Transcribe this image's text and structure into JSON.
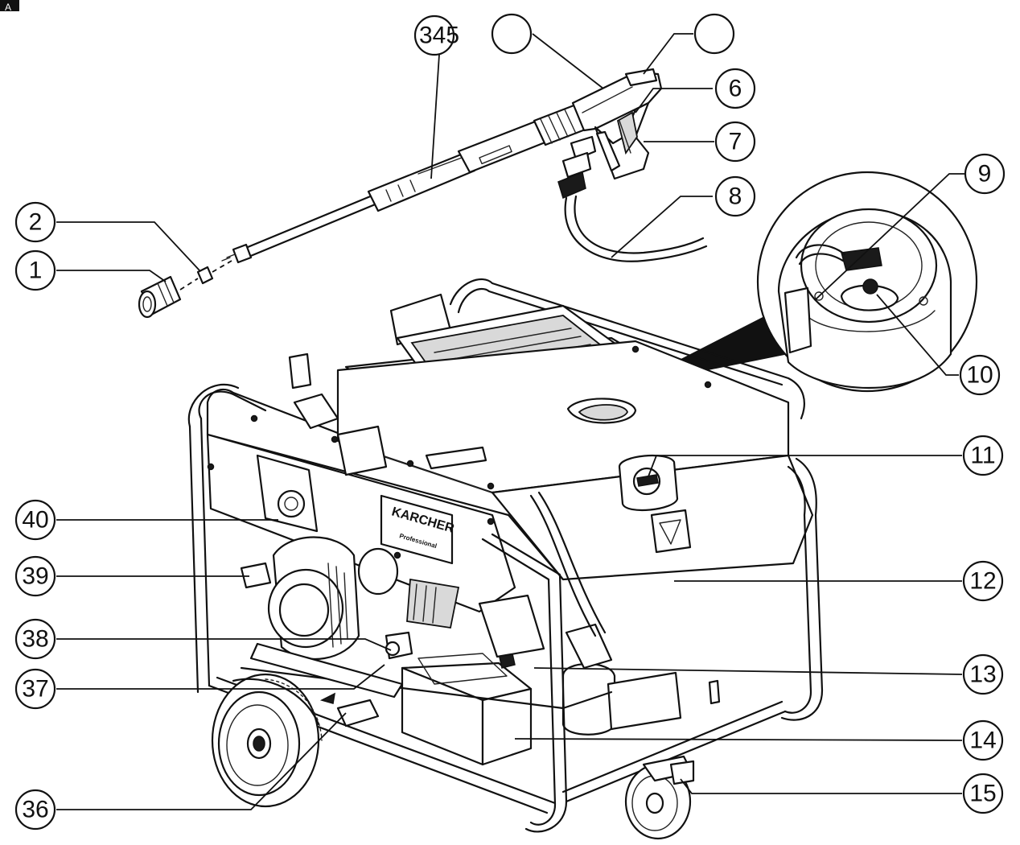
{
  "callouts": [
    {
      "id": "c1",
      "label": "1"
    },
    {
      "id": "c2",
      "label": "2"
    },
    {
      "id": "c345",
      "label": "345"
    },
    {
      "id": "cA",
      "label": ""
    },
    {
      "id": "cB",
      "label": ""
    },
    {
      "id": "c6",
      "label": "6"
    },
    {
      "id": "c7",
      "label": "7"
    },
    {
      "id": "c8",
      "label": "8"
    },
    {
      "id": "c9",
      "label": "9"
    },
    {
      "id": "c10",
      "label": "10"
    },
    {
      "id": "c11",
      "label": "11"
    },
    {
      "id": "c12",
      "label": "12"
    },
    {
      "id": "c13",
      "label": "13"
    },
    {
      "id": "c14",
      "label": "14"
    },
    {
      "id": "c15",
      "label": "15"
    },
    {
      "id": "c36",
      "label": "36"
    },
    {
      "id": "c37",
      "label": "37"
    },
    {
      "id": "c38",
      "label": "38"
    },
    {
      "id": "c39",
      "label": "39"
    },
    {
      "id": "c40",
      "label": "40"
    }
  ],
  "corner_marker": "A",
  "brand": {
    "name": "KARCHER",
    "subline": "Professional"
  }
}
